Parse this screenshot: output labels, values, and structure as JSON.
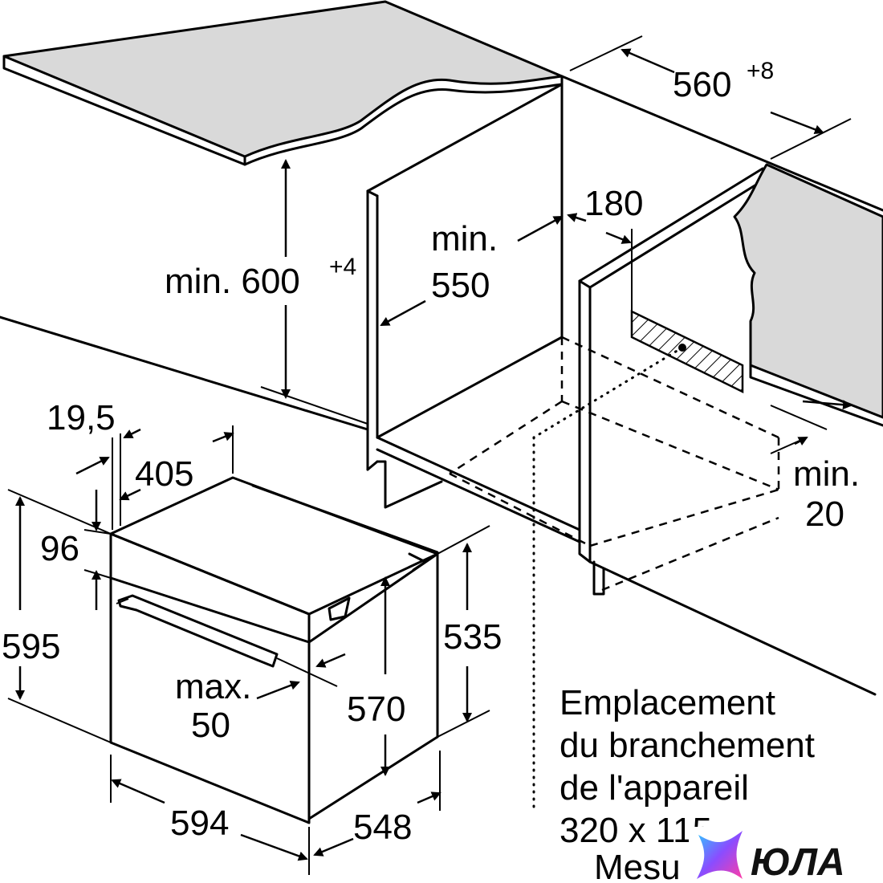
{
  "dimensions": {
    "width_top": "560",
    "width_top_tolerance": "+8",
    "height_min_label": "min. 600",
    "height_tolerance": "+4",
    "depth_min_label": "min.",
    "depth_min_value": "550",
    "socket_offset": "180",
    "gap_min_label": "min.",
    "gap_min_value": "20",
    "panel_thickness": "19,5",
    "oven_top_depth": "405",
    "control_height": "96",
    "oven_height": "595",
    "oven_body_height": "535",
    "oven_inner_height": "570",
    "overhang_label": "max.",
    "overhang_value": "50",
    "oven_width": "594",
    "oven_depth": "548"
  },
  "note": {
    "line1": "Emplacement",
    "line2": "du branchement",
    "line3": "de l'appareil",
    "line4": "320 x 115",
    "line5": "Mesu"
  },
  "logo": {
    "text": "ЮЛА",
    "colors": [
      "#2ec7ff",
      "#8a4dff",
      "#ff3da6"
    ]
  }
}
